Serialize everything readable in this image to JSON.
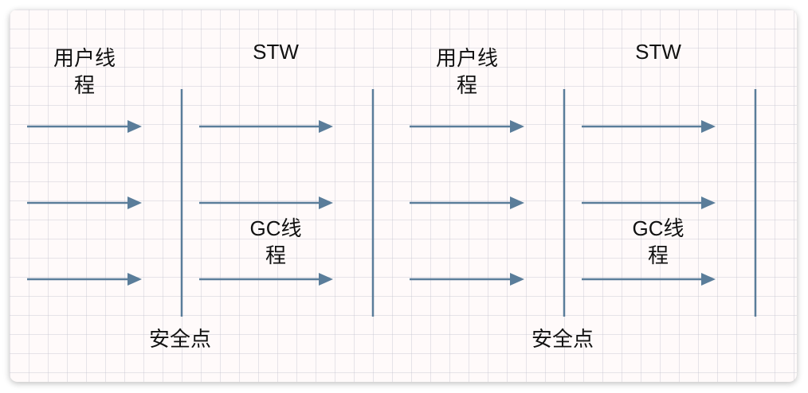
{
  "diagram": {
    "panels": [
      {
        "user_thread_label": [
          "用户线",
          "程"
        ],
        "stw_label": "STW",
        "gc_thread_label": [
          "GC线",
          "程"
        ],
        "safepoint_label": "安全点"
      },
      {
        "user_thread_label": [
          "用户线",
          "程"
        ],
        "stw_label": "STW",
        "gc_thread_label": [
          "GC线",
          "程"
        ],
        "safepoint_label": "安全点"
      }
    ],
    "colors": {
      "line": "#5a7d9a",
      "text": "#111111"
    }
  }
}
